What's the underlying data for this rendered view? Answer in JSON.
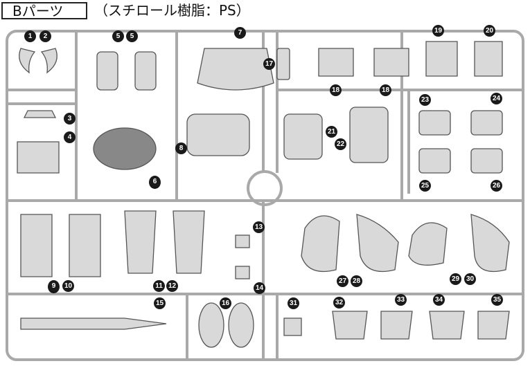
{
  "header": {
    "title": "Bパーツ",
    "subtitle": "（スチロール樹脂：PS）"
  },
  "parts": {
    "labels": [
      "1",
      "2",
      "5",
      "5",
      "7",
      "17",
      "19",
      "20",
      "18",
      "18",
      "3",
      "4",
      "8",
      "6",
      "21",
      "22",
      "23",
      "24",
      "25",
      "26",
      "13",
      "9",
      "10",
      "11",
      "12",
      "14",
      "27",
      "28",
      "29",
      "30",
      "15",
      "16",
      "31",
      "32",
      "33",
      "34",
      "35"
    ]
  },
  "colors": {
    "runner": "#a9a9a9",
    "part_fill": "#d9d9d9",
    "part_stroke": "#555555",
    "badge": "#1a1a1a"
  }
}
